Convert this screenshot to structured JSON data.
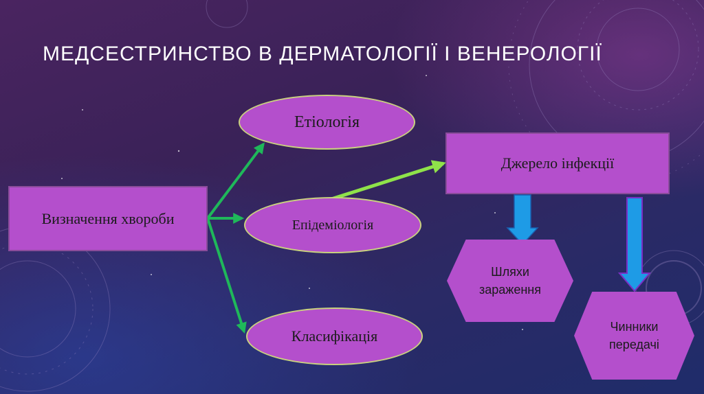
{
  "title": "МЕДСЕСТРИНСТВО В ДЕРМАТОЛОГІЇ І ВЕНЕРОЛОГІЇ",
  "nodes": {
    "definition": "Визначення хвороби",
    "etiology": "Етіологія",
    "epidemiology": "Епідеміологія",
    "classification": "Класифікація",
    "source": "Джерело інфекції",
    "routes": "Шляхи зараження",
    "factors": "Чинники передачі"
  },
  "colors": {
    "node_fill": "#b44fcc",
    "green_arrow": "#1fb85a",
    "lightgreen_arrow": "#8fe24a",
    "blue_arrow": "#1e9be6"
  }
}
